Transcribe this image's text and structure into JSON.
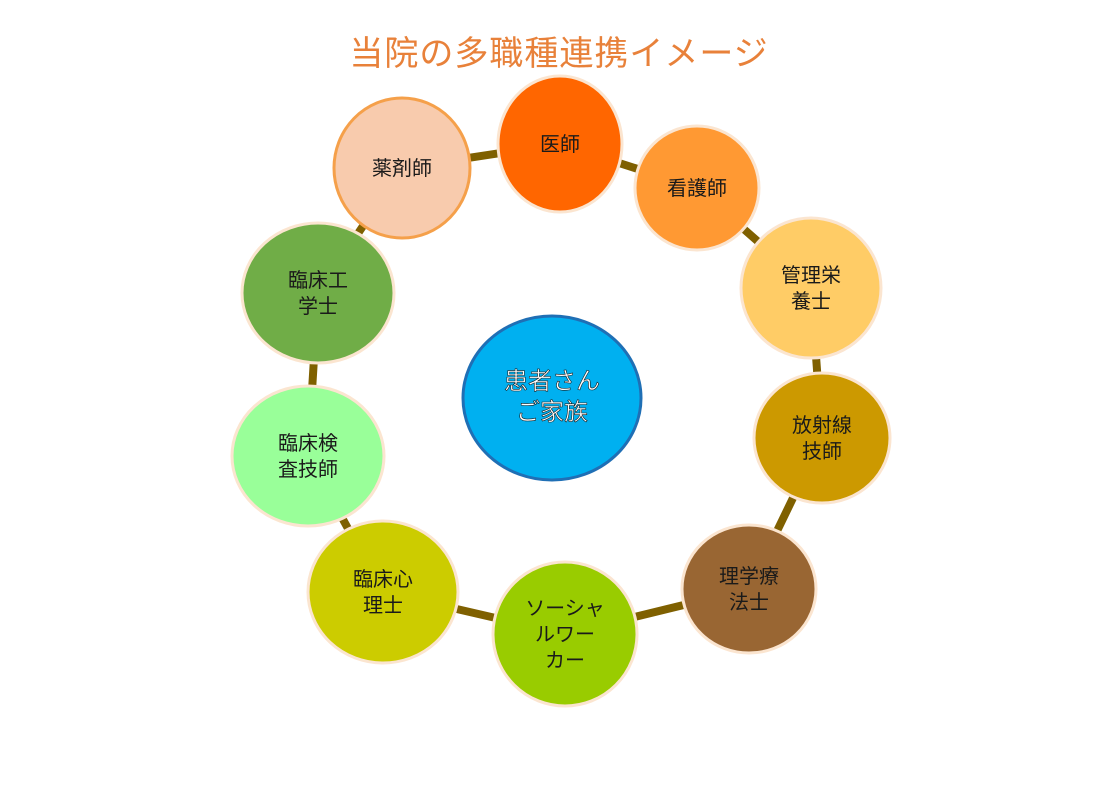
{
  "title": "当院の多職種連携イメージ",
  "center": {
    "lines": [
      "患者さん",
      "ご家族"
    ],
    "color": "#00b0f0",
    "border": "#1f6fb5"
  },
  "ring_color": "#7f6000",
  "nodes": [
    {
      "lines": [
        "医師"
      ],
      "color": "#ff6600",
      "icon": ""
    },
    {
      "lines": [
        "看護師"
      ],
      "color": "#ff9933"
    },
    {
      "lines": [
        "管理栄",
        "養士"
      ],
      "color": "#ffcc66"
    },
    {
      "lines": [
        "放射線",
        "技師"
      ],
      "color": "#cc9900"
    },
    {
      "lines": [
        "理学療",
        "法士"
      ],
      "color": "#996633"
    },
    {
      "lines": [
        "ソーシャ",
        "ルワー",
        "カー"
      ],
      "color": "#99cc00"
    },
    {
      "lines": [
        "臨床心",
        "理士"
      ],
      "color": "#cccc00"
    },
    {
      "lines": [
        "臨床検",
        "査技師"
      ],
      "color": "#99ff99"
    },
    {
      "lines": [
        "臨床工",
        "学士"
      ],
      "color": "#70ad47"
    },
    {
      "lines": [
        "薬剤師"
      ],
      "color": "#f8cbad",
      "border": "#f5a04a"
    }
  ]
}
